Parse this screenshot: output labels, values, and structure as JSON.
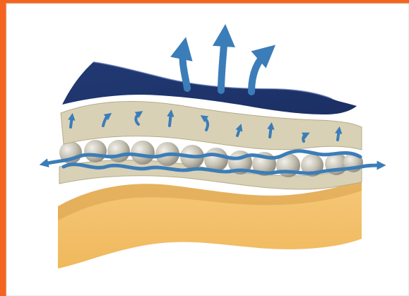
{
  "colors": {
    "frame_orange": "#f4641e",
    "frame_border": "#d8d8d8",
    "top_fabric": "#213a74",
    "top_fabric_highlight": "#39539b",
    "mesh_layer": "#d9d1b6",
    "mesh_layer_edge": "#b7ab88",
    "beads": "#b9b5a6",
    "bead_highlight": "#f2f0ea",
    "foam_base": "#f3c16c",
    "foam_shadow": "#d9a04a",
    "airflow_arrows": "#3b7db8"
  },
  "icons": {
    "vertical_airflow": "upward-arrow-icon",
    "lateral_airflow": "wavy-horizontal-arrow-icon",
    "curved_airflow": "curved-up-arrow-icon"
  },
  "diagram": {
    "layers": [
      "top-fabric-layer",
      "upper-mesh-layer",
      "bead-layer",
      "lower-mesh-layer",
      "foam-base-layer"
    ]
  }
}
